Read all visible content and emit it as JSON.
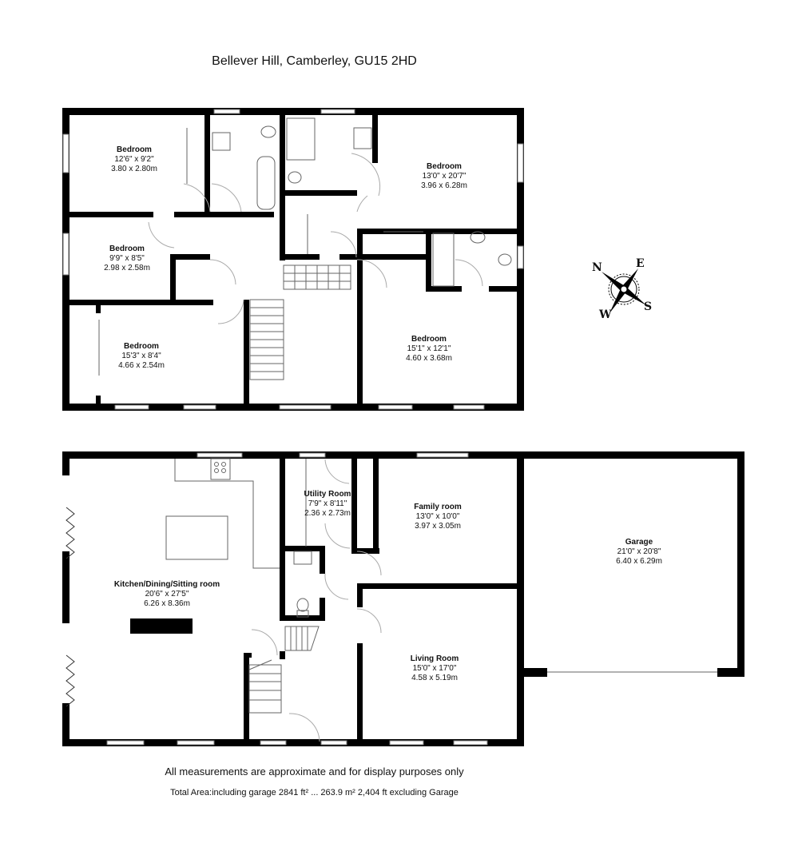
{
  "title": "Bellever Hill, Camberley, GU15 2HD",
  "first_floor": {
    "rooms": [
      {
        "name": "Bedroom",
        "imperial": "12'6\" x 9'2\"",
        "metric": "3.80 x 2.80m"
      },
      {
        "name": "Bedroom",
        "imperial": "9'9\" x 8'5\"",
        "metric": "2.98 x 2.58m"
      },
      {
        "name": "Bedroom",
        "imperial": "15'3\" x 8'4\"",
        "metric": "4.66 x 2.54m"
      },
      {
        "name": "Bedroom",
        "imperial": "13'0\" x 20'7\"",
        "metric": "3.96 x 6.28m"
      },
      {
        "name": "Bedroom",
        "imperial": "15'1\" x 12'1\"",
        "metric": "4.60 x 3.68m"
      }
    ]
  },
  "ground_floor": {
    "rooms": [
      {
        "name": "Kitchen/Dining/Sitting room",
        "imperial": "20'6\" x 27'5\"",
        "metric": "6.26 x 8.36m"
      },
      {
        "name": "Utility Room",
        "imperial": "7'9\" x 8'11\"",
        "metric": "2.36 x 2.73m"
      },
      {
        "name": "Family room",
        "imperial": "13'0\" x 10'0\"",
        "metric": "3.97 x 3.05m"
      },
      {
        "name": "Living Room",
        "imperial": "15'0\" x 17'0\"",
        "metric": "4.58 x 5.19m"
      },
      {
        "name": "Garage",
        "imperial": "21'0\" x 20'8\"",
        "metric": "6.40 x 6.29m"
      }
    ]
  },
  "compass": {
    "n": "N",
    "e": "E",
    "s": "S",
    "w": "W"
  },
  "footer": {
    "disclaimer": "All measurements are approximate and for display purposes only",
    "total_area": "Total Area:including garage 2841 ft² ... 263.9 m² 2,404 ft excluding Garage"
  }
}
